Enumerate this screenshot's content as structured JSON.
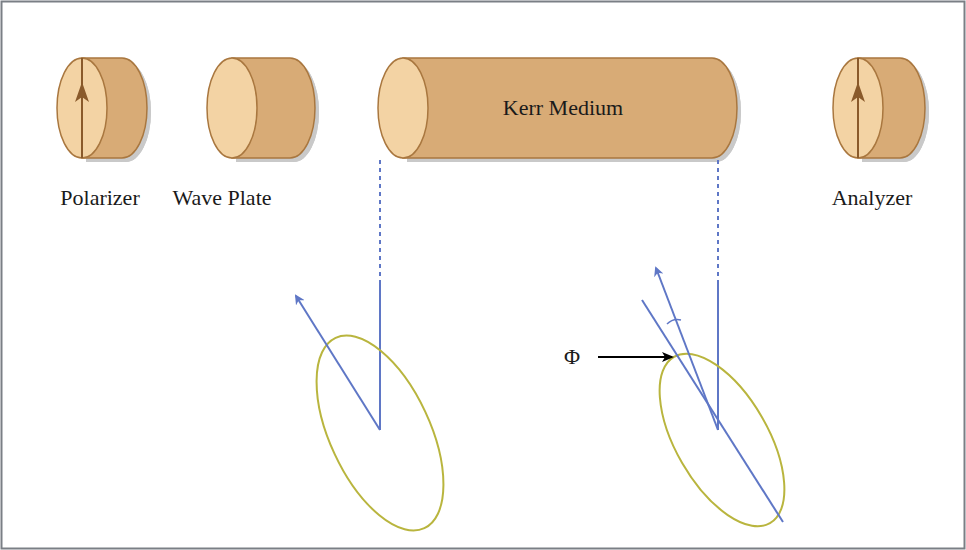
{
  "diagram": {
    "nodes": [
      {
        "text": [
          "Kerr Medium"
        ]
      }
    ],
    "labels": [
      "Polarizer",
      "Wave Plate",
      "Analyzer",
      "Φ"
    ]
  }
}
